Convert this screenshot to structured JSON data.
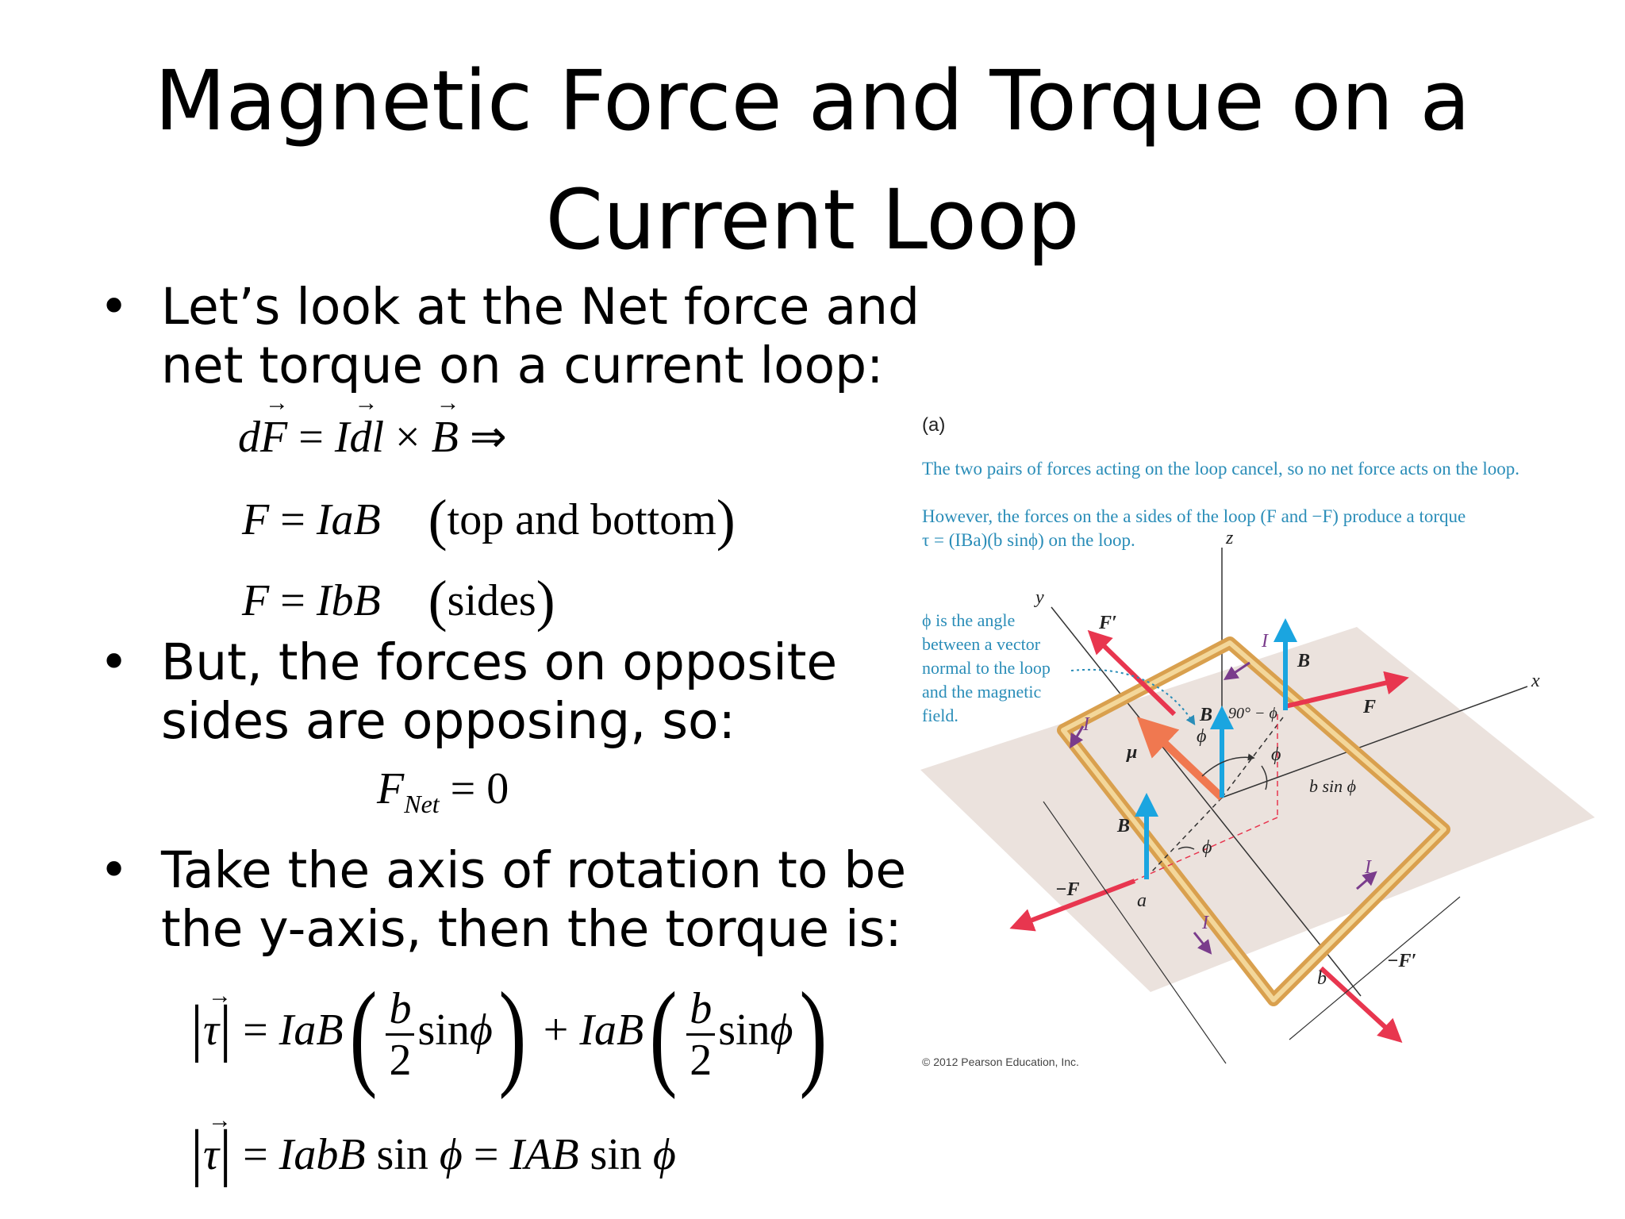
{
  "slide": {
    "title_line1": "Magnetic Force and Torque on a",
    "title_line2": "Current Loop",
    "bullet_char": "•",
    "bullets": [
      {
        "line1": "Let’s look at the Net force and",
        "line2": "net torque on a current loop:"
      },
      {
        "line1": "But, the forces on opposite",
        "line2": "sides are opposing, so:"
      },
      {
        "line1": "Take the axis of rotation to be",
        "line2": "the y-axis, then the torque is:"
      }
    ]
  },
  "equations": {
    "eq1": {
      "d": "d",
      "F": "F",
      "eq": " = ",
      "I": "I",
      "dl": "dl",
      "times": " × ",
      "B": "B",
      "implies": " ⇒"
    },
    "eq2": {
      "lhs": "F",
      "eq": " = ",
      "rhs": "IaB",
      "open": "(",
      "note": "top and bottom",
      "close": ")"
    },
    "eq3": {
      "lhs": "F",
      "eq": " = ",
      "rhs": "IbB",
      "open": "(",
      "note": "sides",
      "close": ")"
    },
    "eq4": {
      "F": "F",
      "sub": "Net",
      "rhs": " = 0"
    },
    "eq5": {
      "bar": "|",
      "tau": "τ",
      "eq": " = ",
      "term": "IaB",
      "num": "b",
      "den": "2",
      "sin": "sin",
      "phi": "ϕ",
      "plus": " + "
    },
    "eq6": {
      "bar": "|",
      "tau": "τ",
      "eq1": " = ",
      "t1": "IabB",
      "sin": " sin ",
      "phi": "ϕ",
      "eq2": " = ",
      "t2": "IAB"
    }
  },
  "figure": {
    "label": "(a)",
    "caption1": "The two pairs of forces acting on the loop cancel, so no net force acts on the loop.",
    "caption2a": "However, the forces on the a sides of the loop (F and −F) produce a torque",
    "caption2b": "τ = (IBa)(b sinϕ) on the loop.",
    "side_note": [
      "ϕ is the angle",
      "between a vector",
      "normal to the loop",
      "and the magnetic",
      "field."
    ],
    "copyright": "© 2012 Pearson Education, Inc.",
    "symbols": {
      "z": "z",
      "y": "y",
      "x": "x",
      "Fprime": "F′",
      "I": "I",
      "B": "B",
      "F": "F",
      "angle90": "90° − ϕ",
      "phi": "ϕ",
      "mu": "μ",
      "bsin": "b sin ϕ",
      "negF": "−F",
      "a": "a",
      "b": "b",
      "negFprime": "−F′"
    },
    "colors": {
      "loop": "#e0b45a",
      "force": "#e8364f",
      "field": "#1aa5e0",
      "moment": "#f07850",
      "plane": "#ebe2dd",
      "current": "#7a3c8c",
      "caption": "#2a8db8"
    }
  }
}
